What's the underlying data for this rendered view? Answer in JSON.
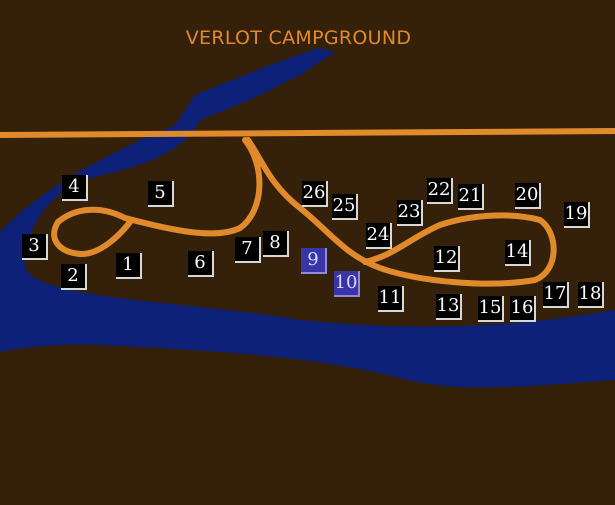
{
  "map": {
    "title": "VERLOT CAMPGROUND",
    "colors": {
      "background": "#35200a",
      "road": "#e08a2c",
      "river": "#0d2178",
      "site": "#000000",
      "site_highlight": "#3a35a6"
    },
    "sites": [
      {
        "label": "1"
      },
      {
        "label": "2"
      },
      {
        "label": "3"
      },
      {
        "label": "4"
      },
      {
        "label": "5"
      },
      {
        "label": "6"
      },
      {
        "label": "7"
      },
      {
        "label": "8"
      },
      {
        "label": "9",
        "highlighted": true
      },
      {
        "label": "10",
        "highlighted": true
      },
      {
        "label": "11"
      },
      {
        "label": "12"
      },
      {
        "label": "13"
      },
      {
        "label": "14"
      },
      {
        "label": "15"
      },
      {
        "label": "16"
      },
      {
        "label": "17"
      },
      {
        "label": "18"
      },
      {
        "label": "19"
      },
      {
        "label": "20"
      },
      {
        "label": "21"
      },
      {
        "label": "22"
      },
      {
        "label": "23"
      },
      {
        "label": "24"
      },
      {
        "label": "25"
      },
      {
        "label": "26"
      }
    ]
  }
}
